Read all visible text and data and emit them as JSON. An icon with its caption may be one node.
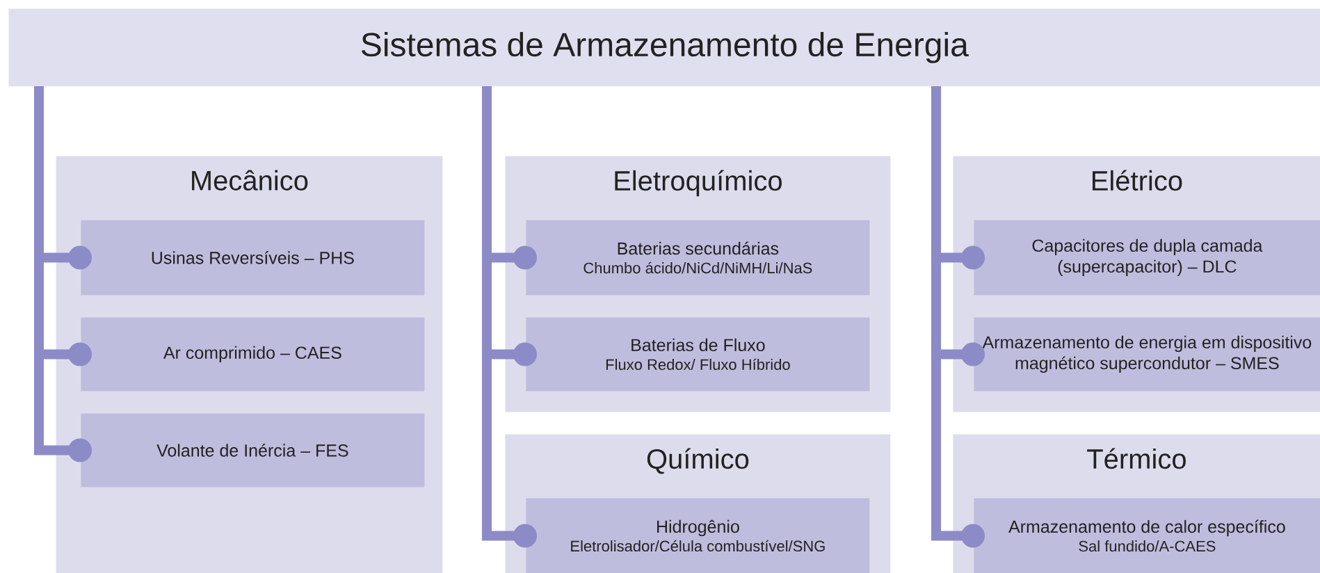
{
  "diagram": {
    "nodes": [
      {
        "text": [
          "Sistemas de Armazenamento de Energia"
        ]
      },
      {
        "text": [
          "Mecânico"
        ]
      },
      {
        "text": [
          "Usinas Reversíveis – PHS"
        ],
        "in": 1
      },
      {
        "text": [
          "Ar comprimido  – CAES"
        ],
        "in": 1
      },
      {
        "text": [
          "Volante de Inércia – FES"
        ],
        "in": 1
      },
      {
        "text": [
          "Eletroquímico"
        ]
      },
      {
        "text": [
          "Baterias secundárias",
          "Chumbo ácido/NiCd/NiMH/Li/NaS"
        ],
        "in": 5
      },
      {
        "text": [
          "Baterias de Fluxo",
          "Fluxo Redox/ Fluxo Híbrido"
        ],
        "in": 5
      },
      {
        "text": [
          "Químico"
        ]
      },
      {
        "text": [
          "Hidrogênio",
          "Eletrolisador/Célula combustível/SNG"
        ],
        "in": 8
      },
      {
        "text": [
          "Elétrico"
        ]
      },
      {
        "text": [
          "Capacitores de dupla camada (supercapacitor) – DLC"
        ],
        "in": 10
      },
      {
        "text": [
          "Armazenamento de energia em dispositivo magnético supercondutor – SMES"
        ],
        "in": 10
      },
      {
        "text": [
          "Térmico"
        ]
      },
      {
        "text": [
          "Armazenamento de calor específico",
          "Sal fundido/A-CAES"
        ],
        "in": 13
      }
    ],
    "edges": [
      {
        "from": 0,
        "to": 2,
        "arrow": "other"
      },
      {
        "from": 0,
        "to": 3,
        "arrow": "other"
      },
      {
        "from": 0,
        "to": 4,
        "arrow": "other"
      },
      {
        "from": 0,
        "to": 6,
        "arrow": "other"
      },
      {
        "from": 0,
        "to": 7,
        "arrow": "other"
      },
      {
        "from": 0,
        "to": 9,
        "arrow": "other"
      },
      {
        "from": 0,
        "to": 11,
        "arrow": "other"
      },
      {
        "from": 0,
        "to": 12,
        "arrow": "other"
      },
      {
        "from": 0,
        "to": 14,
        "arrow": "other"
      }
    ]
  }
}
